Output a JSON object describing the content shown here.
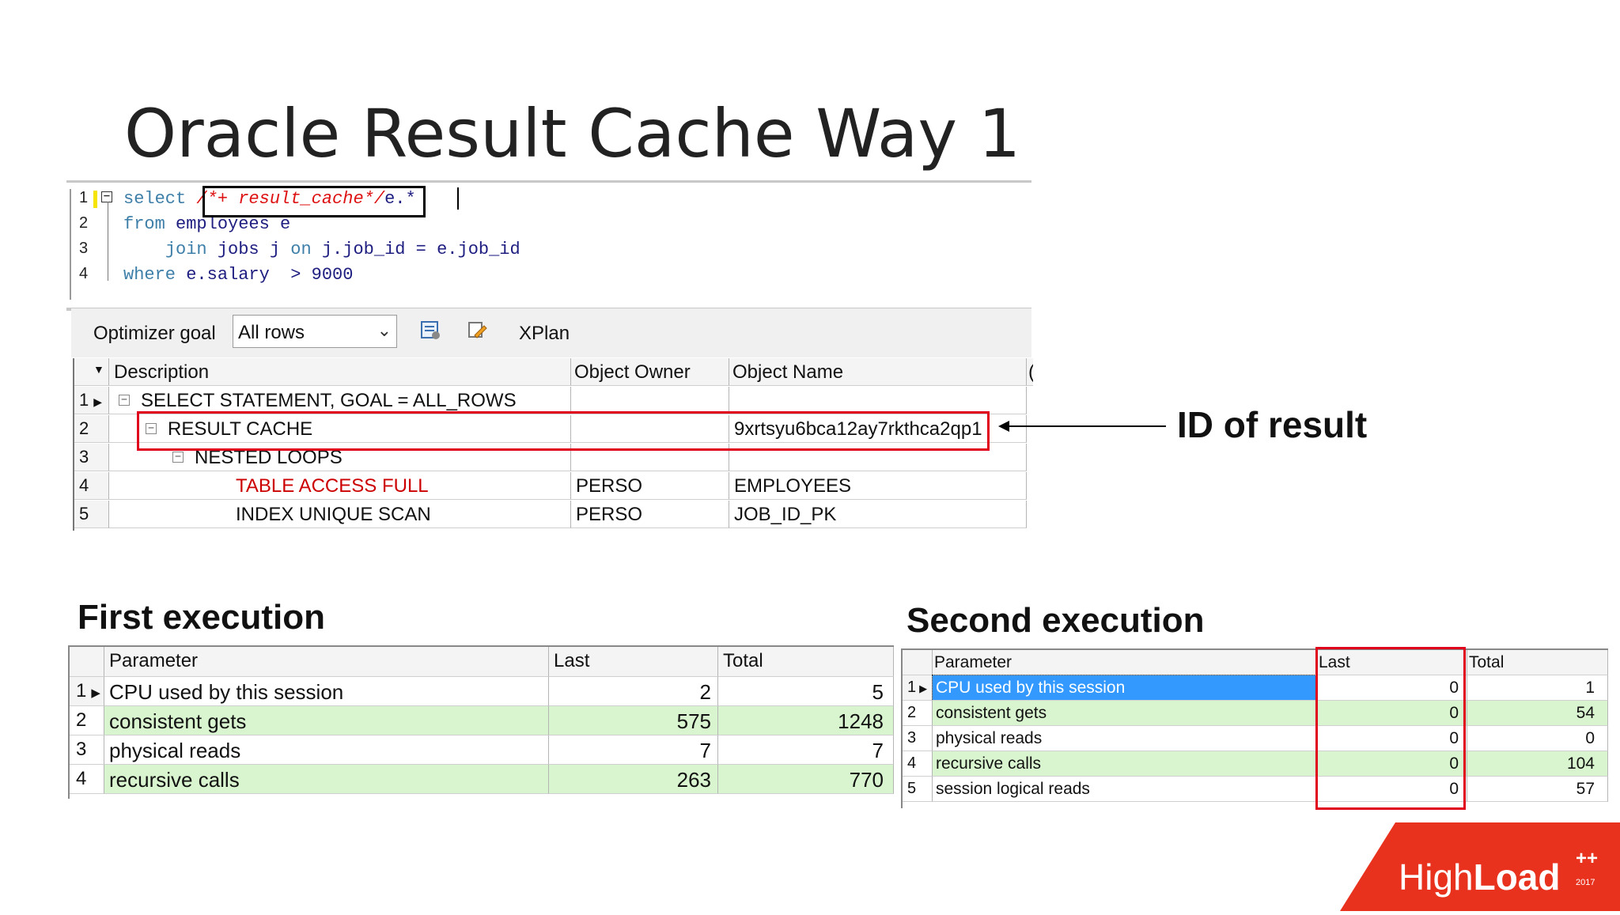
{
  "title": "Oracle Result Cache Way 1",
  "editor": {
    "lines": [
      {
        "num": "1",
        "kw": "select",
        "pre": " ",
        "hint": "/*+ result_cache*/",
        "rest": "e.*"
      },
      {
        "num": "2",
        "kw": "from",
        "rest": " employees e"
      },
      {
        "num": "3",
        "indent": "    ",
        "kw": "join",
        "rest": " jobs j ",
        "kw2": "on",
        "rest2": " j.job_id = e.job_id"
      },
      {
        "num": "4",
        "kw": "where",
        "rest": " e.salary  > 9000"
      }
    ]
  },
  "toolbar": {
    "optimizer_label": "Optimizer goal",
    "optimizer_value": "All rows",
    "icons": [
      "explain-settings-icon",
      "edit-icon"
    ],
    "xplan_label": "XPlan"
  },
  "plan": {
    "headers": [
      "Description",
      "Object Owner",
      "Object Name",
      "("
    ],
    "rows": [
      {
        "n": "1",
        "desc": "SELECT STATEMENT, GOAL = ALL_ROWS",
        "owner": "",
        "name": ""
      },
      {
        "n": "2",
        "desc": "RESULT CACHE",
        "owner": "",
        "name": "9xrtsyu6bca12ay7rkthca2qp1"
      },
      {
        "n": "3",
        "desc": "NESTED LOOPS",
        "owner": "",
        "name": ""
      },
      {
        "n": "4",
        "desc": "TABLE ACCESS FULL",
        "owner": "PERSO",
        "name": "EMPLOYEES"
      },
      {
        "n": "5",
        "desc": "INDEX UNIQUE SCAN",
        "owner": "PERSO",
        "name": "JOB_ID_PK"
      }
    ]
  },
  "annotation": "ID of result",
  "first": {
    "title": "First execution",
    "headers": [
      "Parameter",
      "Last",
      "Total"
    ],
    "rows": [
      {
        "n": "1",
        "p": "CPU used by this session",
        "last": "2",
        "total": "5"
      },
      {
        "n": "2",
        "p": "consistent gets",
        "last": "575",
        "total": "1248"
      },
      {
        "n": "3",
        "p": "physical reads",
        "last": "7",
        "total": "7"
      },
      {
        "n": "4",
        "p": "recursive calls",
        "last": "263",
        "total": "770"
      }
    ]
  },
  "second": {
    "title": "Second execution",
    "headers": [
      "Parameter",
      "Last",
      "Total"
    ],
    "rows": [
      {
        "n": "1",
        "p": "CPU used by this session",
        "last": "0",
        "total": "1"
      },
      {
        "n": "2",
        "p": "consistent gets",
        "last": "0",
        "total": "54"
      },
      {
        "n": "3",
        "p": "physical reads",
        "last": "0",
        "total": "0"
      },
      {
        "n": "4",
        "p": "recursive calls",
        "last": "0",
        "total": "104"
      },
      {
        "n": "5",
        "p": "session logical reads",
        "last": "0",
        "total": "57"
      }
    ]
  },
  "logo": {
    "text_light": "High",
    "text_bold": "Load",
    "sup": "++",
    "year": "2017",
    "color": "#e8321e"
  }
}
